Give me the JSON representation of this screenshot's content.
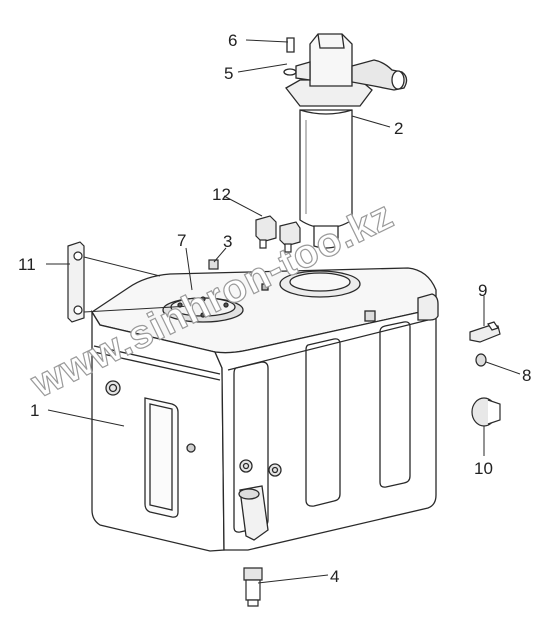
{
  "diagram": {
    "callouts": [
      {
        "id": "p1",
        "label": "1"
      },
      {
        "id": "p2",
        "label": "2"
      },
      {
        "id": "p3",
        "label": "3"
      },
      {
        "id": "p4",
        "label": "4"
      },
      {
        "id": "p5",
        "label": "5"
      },
      {
        "id": "p6",
        "label": "6"
      },
      {
        "id": "p7",
        "label": "7"
      },
      {
        "id": "p8",
        "label": "8"
      },
      {
        "id": "p9",
        "label": "9"
      },
      {
        "id": "p10",
        "label": "10"
      },
      {
        "id": "p11",
        "label": "11"
      },
      {
        "id": "p12",
        "label": "12"
      }
    ],
    "watermark": "www.sinhron-too.kz",
    "colors": {
      "line": "#2a2a2a",
      "shade": "#d9d9d9",
      "light": "#f2f2f2",
      "watermark_stroke": "#9a9a9a"
    }
  }
}
